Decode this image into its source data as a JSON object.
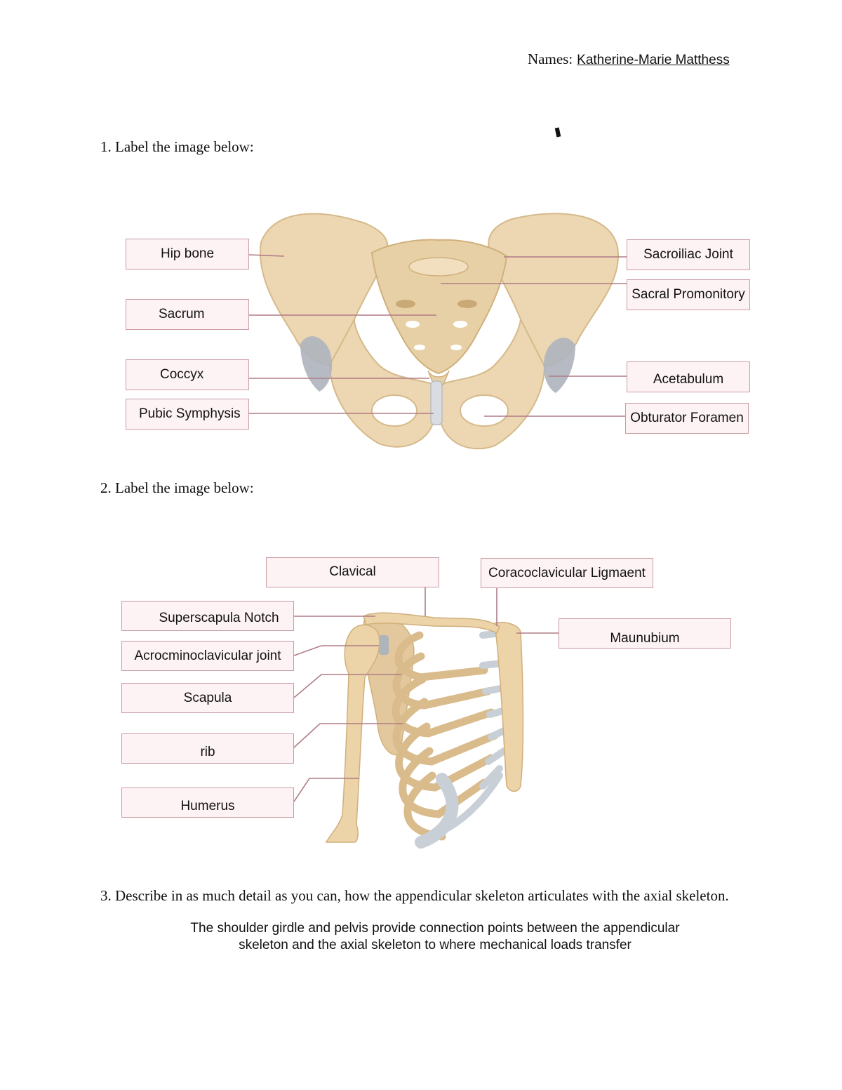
{
  "header": {
    "names_label": "Names:",
    "names_value": "Katherine-Marie Matthess"
  },
  "questions": [
    {
      "text": "1. Label the image below:"
    },
    {
      "text": "2. Label the image below:"
    },
    {
      "text": "3. Describe in as much detail as you can, how the appendicular skeleton articulates with the axial skeleton."
    }
  ],
  "pelvis_labels": {
    "hip_bone": "Hip bone",
    "sacrum": "Sacrum",
    "coccyx": "Coccyx",
    "pubic_symphysis": "Pubic Symphysis",
    "sacroiliac_joint": "Sacroiliac Joint",
    "sacral_promontory": "Sacral Promonitory",
    "acetabulum": "Acetabulum",
    "obturator_foramen": "Obturator Foramen"
  },
  "shoulder_labels": {
    "clavical": "Clavical",
    "coracoclavicular": "Coracoclavicular Ligmaent",
    "superscapula_notch": "Superscapula Notch",
    "acromioclavicular": "Acrocminoclavicular joint",
    "scapula": "Scapula",
    "rib": "rib",
    "humerus": "Humerus",
    "manubrium": "Maunubium"
  },
  "answer": "The shoulder girdle and pelvis provide connection points between the appendicular skeleton and the axial skeleton to where mechanical loads transfer",
  "colors": {
    "bone": "#ecd7b2",
    "bone_shade": "#d9bb8c",
    "cartilage": "#c9cfd6",
    "leader": "#b07c86",
    "label_fill": "#fdf3f4"
  }
}
